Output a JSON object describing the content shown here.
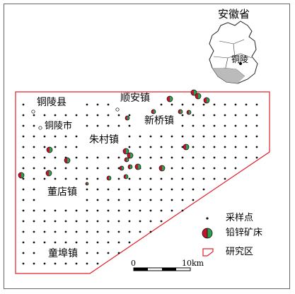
{
  "inset": {
    "title": "安徽省",
    "place": "铜陵"
  },
  "places": {
    "tongling_county": "铜陵县",
    "tongling_city": "铜陵市",
    "shunan": "顺安镇",
    "xinqiao": "新桥镇",
    "zhucun": "朱村镇",
    "dongdian": "董店镇",
    "tongbu": "童埠镇"
  },
  "legend": {
    "sampling_point": "采样点",
    "deposit": "铅锌矿床",
    "study_area": "研究区"
  },
  "scale": {
    "zero": "0",
    "distance": "10km"
  },
  "colors": {
    "boundary": "#e0202a",
    "deposit_red": "#c8102e",
    "deposit_green": "#2e9e4f",
    "dot": "#111111"
  }
}
